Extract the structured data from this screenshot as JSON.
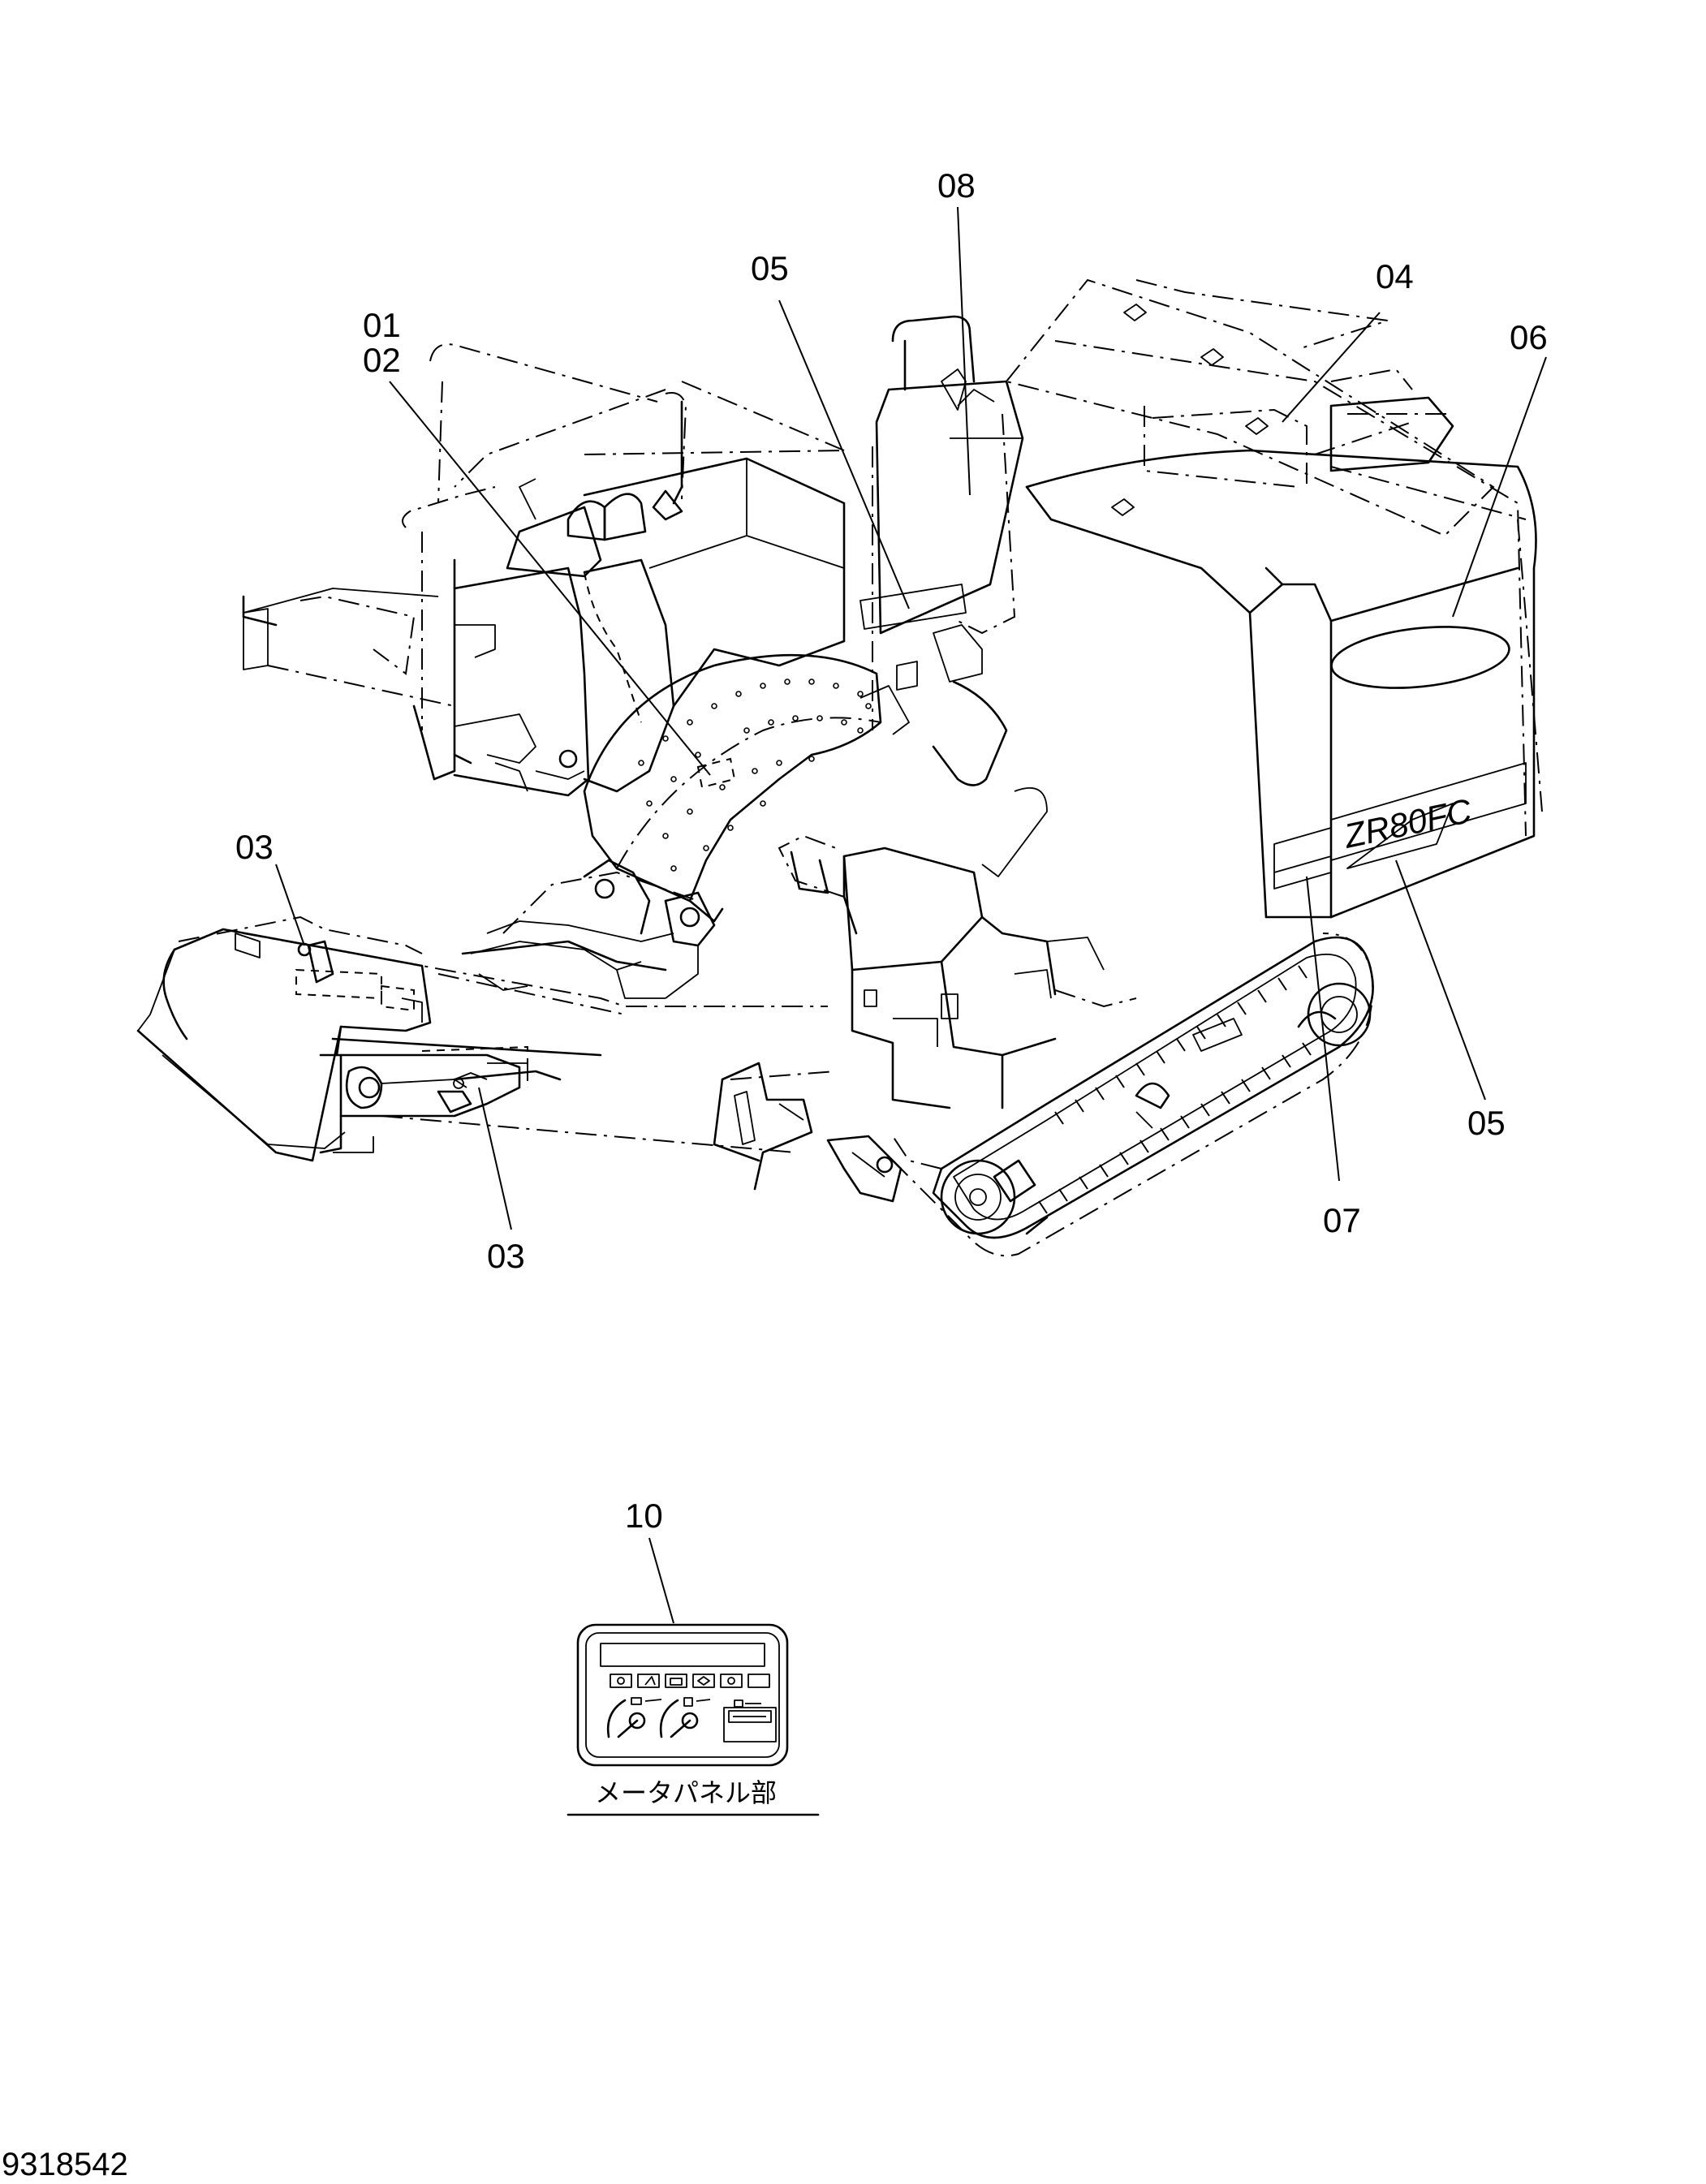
{
  "callouts": {
    "c08": "08",
    "c05_top": "05",
    "c04": "04",
    "c06": "06",
    "c01": "01",
    "c02": "02",
    "c03_left": "03",
    "c05_right": "05",
    "c07": "07",
    "c03_bottom": "03",
    "c10": "10"
  },
  "decals": {
    "side_logo": "ZR80FC"
  },
  "meter_panel": {
    "caption": "メータパネル部"
  },
  "document_number": "9318542"
}
